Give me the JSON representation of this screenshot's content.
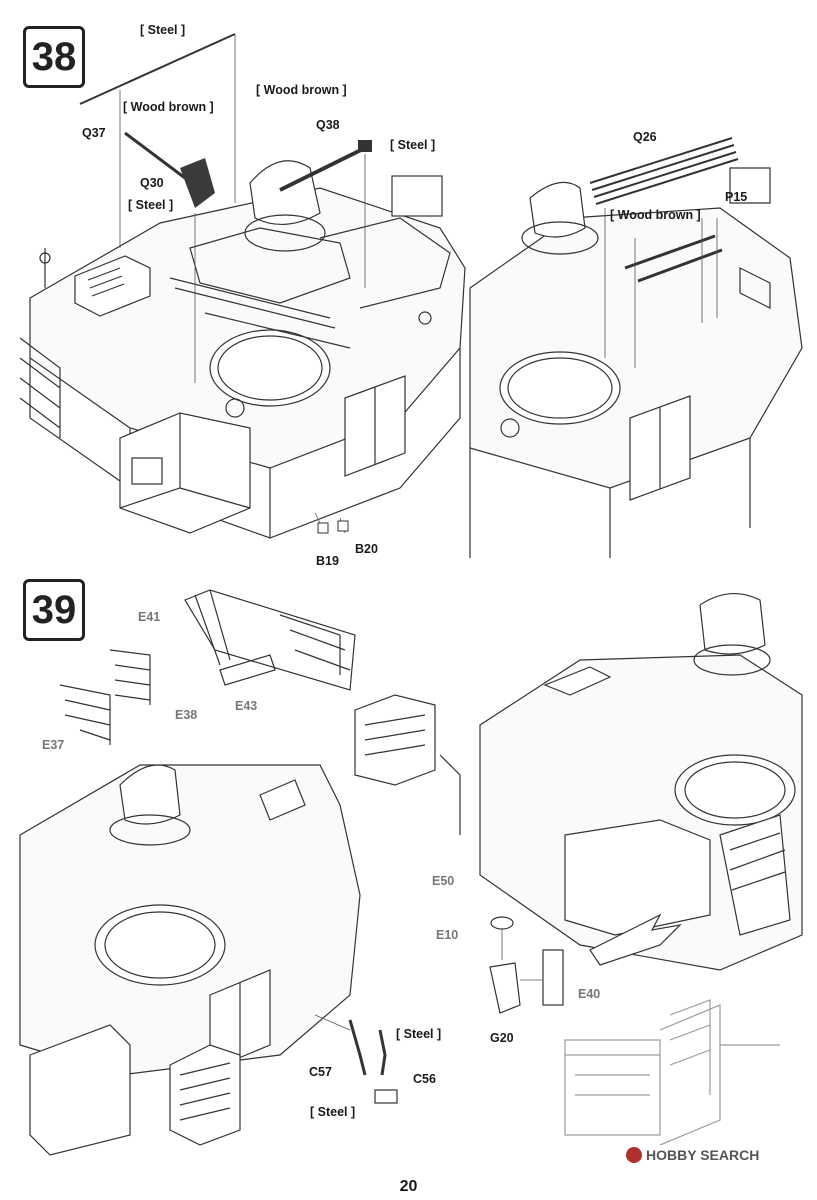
{
  "steps": {
    "step38": {
      "number": "38",
      "labels": {
        "steel_top": "[ Steel ]",
        "q37": "Q37",
        "wood_brown_1": "[ Wood brown ]",
        "q30": "Q30",
        "steel_q30": "[ Steel ]",
        "wood_brown_2": "[ Wood brown ]",
        "q38": "Q38",
        "steel_q38": "[ Steel ]",
        "b19": "B19",
        "b20": "B20",
        "q26": "Q26",
        "p15": "P15",
        "wood_brown_3": "[ Wood brown ]"
      }
    },
    "step39": {
      "number": "39",
      "labels": {
        "e41": "E41",
        "e38": "E38",
        "e37": "E37",
        "e43": "E43",
        "e50": "E50",
        "e10": "E10",
        "e40": "E40",
        "g20": "G20",
        "steel_c56": "[ Steel ]",
        "c57": "C57",
        "c56": "C56",
        "steel_c57": "[ Steel ]"
      }
    }
  },
  "footer": {
    "page_number": "20",
    "watermark": "HOBBY SEARCH"
  }
}
